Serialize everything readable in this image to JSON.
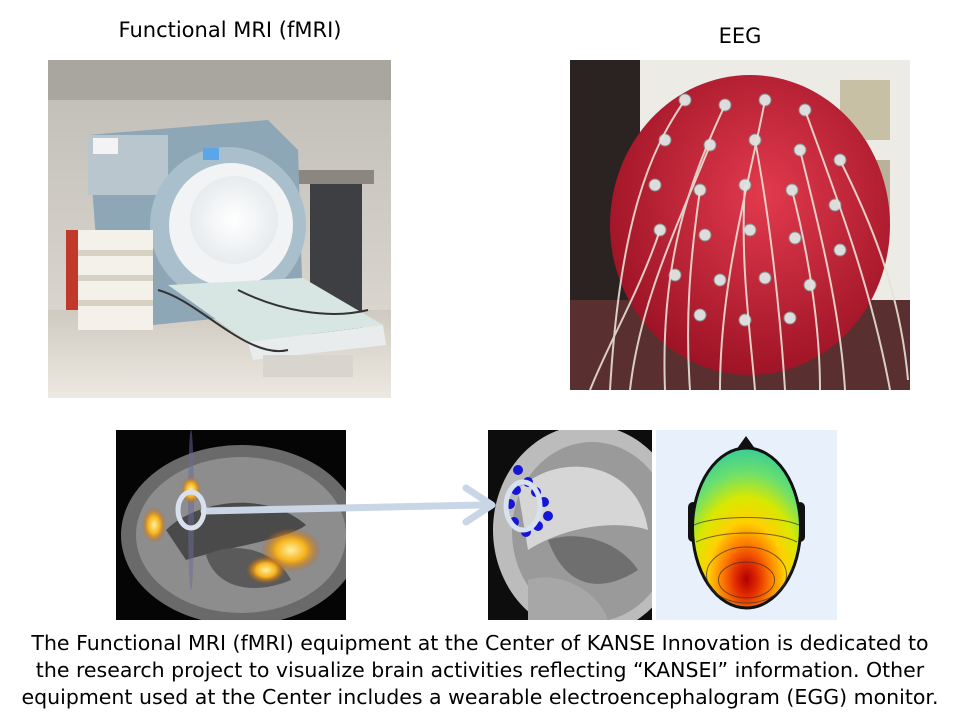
{
  "labels": {
    "fmri_title": "Functional MRI (fMRI)",
    "eeg_title": "EEG"
  },
  "photos": {
    "mri_scanner": "mri-scanner-photo",
    "eeg_cap": "eeg-electrode-cap-photo",
    "fmri_slice": "fmri-sagittal-activation",
    "mri_slice": "mri-sagittal-slice",
    "topography": "eeg-scalp-topography-map"
  },
  "colors": {
    "highlight_ring": "#d8e2ee",
    "arrow": "#c9d6e6",
    "eeg_cap": "#c8243a",
    "scanner": "#9db4c4"
  },
  "caption": {
    "line1": "The Functional MRI (fMRI) equipment at the Center of KANSE Innovation is dedicated to",
    "line2": "the research project to visualize brain activities reflecting “KANSEI” information. Other",
    "line3": "equipment used at the Center includes a wearable electroencephalogram (EGG) monitor."
  }
}
